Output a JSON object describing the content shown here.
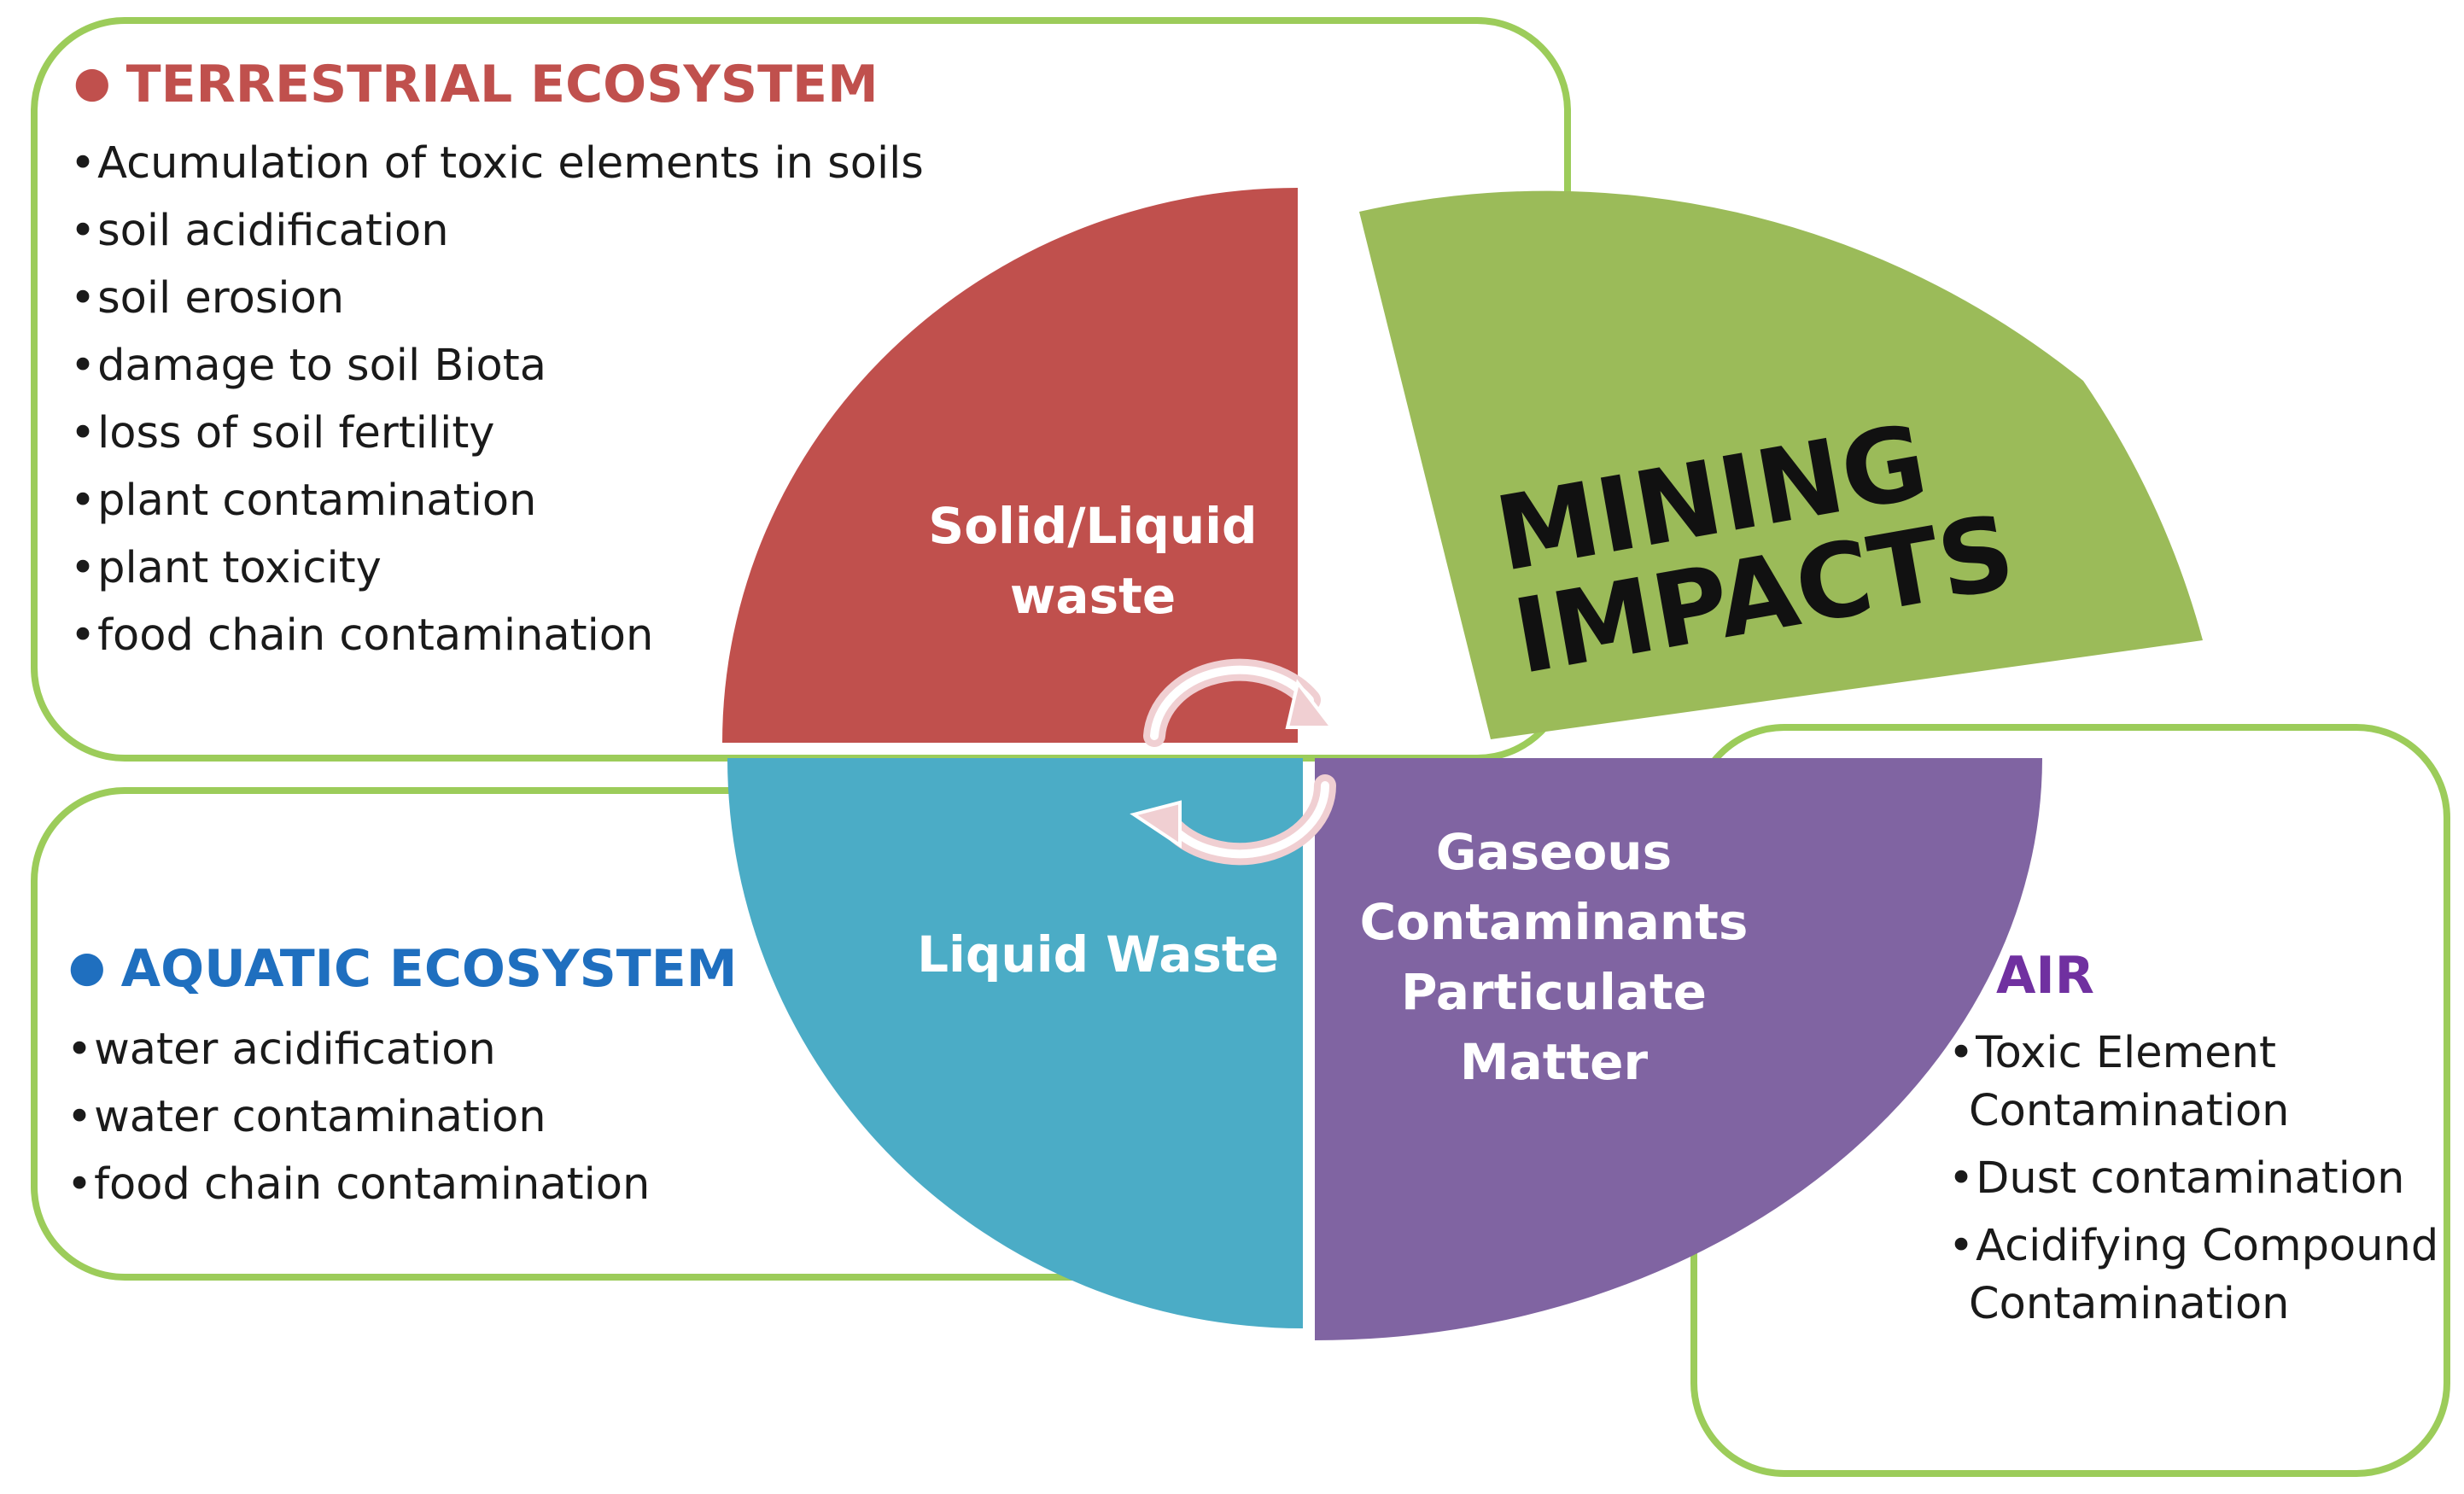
{
  "terrestrial": {
    "heading": "TERRESTRIAL ECOSYSTEM",
    "color": "#c0504d",
    "items": [
      "Acumulation of toxic elements in soils",
      "soil acidification",
      "soil erosion",
      "damage to soil Biota",
      "loss of soil fertility",
      "plant contamination",
      "plant toxicity",
      "food chain contamination"
    ]
  },
  "aquatic": {
    "heading": "AQUATIC ECOSYSTEM",
    "color": "#1f6fbf",
    "items": [
      "water acidification",
      "water contamination",
      "food chain contamination"
    ]
  },
  "air": {
    "heading": "AIR",
    "color": "#7030a0",
    "items": [
      "Toxic Element Contamination",
      "Dust contamination",
      "Acidifying Compound Contamination"
    ]
  },
  "center": {
    "title_line1": "MINING",
    "title_line2": "IMPACTS",
    "solid_line1": "Solid/Liquid",
    "solid_line2": "waste",
    "liquid": "Liquid Waste",
    "gas_line1": "Gaseous",
    "gas_line2": "Contaminants",
    "gas_line3": "Particulate",
    "gas_line4": "Matter"
  },
  "colors": {
    "border_green": "#9ccc5a",
    "solid": "#c0504d",
    "liquid": "#4bacc6",
    "gas": "#8064a2",
    "title": "#9bbb59"
  }
}
